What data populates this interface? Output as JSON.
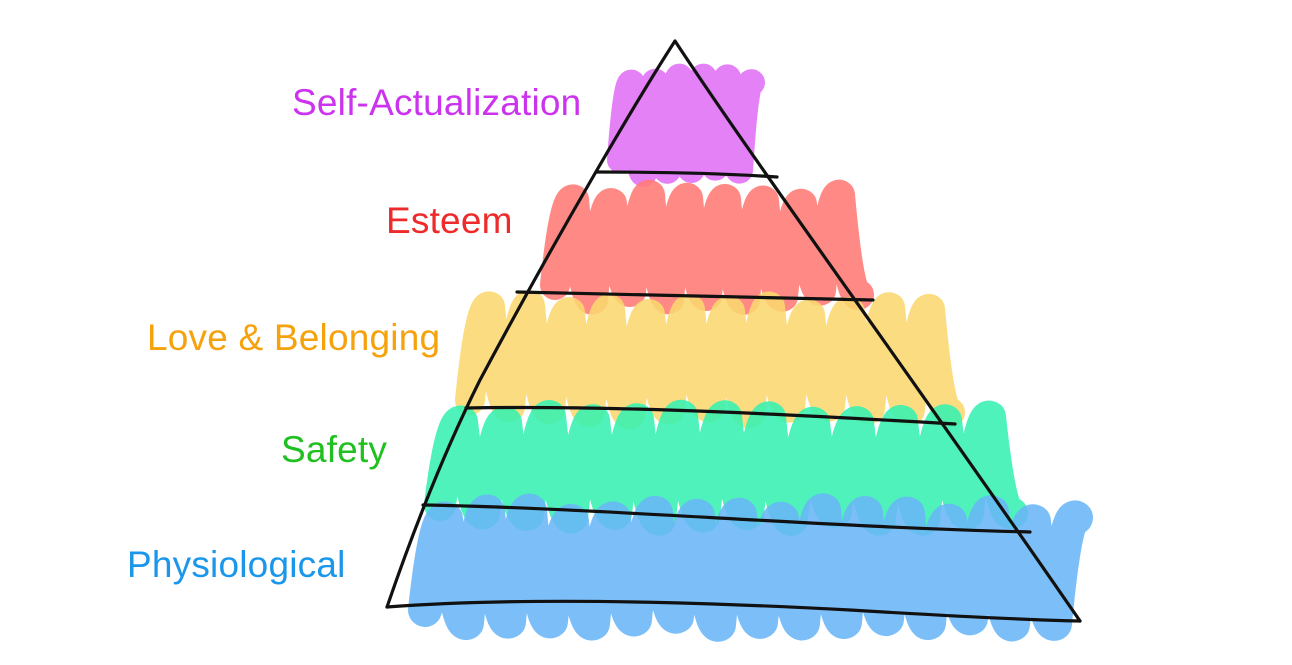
{
  "diagram": {
    "levels": [
      {
        "label": "Self-Actualization",
        "color": "#cc33ee",
        "fill": "#e070f5"
      },
      {
        "label": "Esteem",
        "color": "#ee2a2a",
        "fill": "#ff7a74"
      },
      {
        "label": "Love & Belonging",
        "color": "#f5a20d",
        "fill": "#fbd770"
      },
      {
        "label": "Safety",
        "color": "#20c020",
        "fill": "#35f0b0"
      },
      {
        "label": "Physiological",
        "color": "#1a96ea",
        "fill": "#6ab6f7"
      }
    ]
  }
}
